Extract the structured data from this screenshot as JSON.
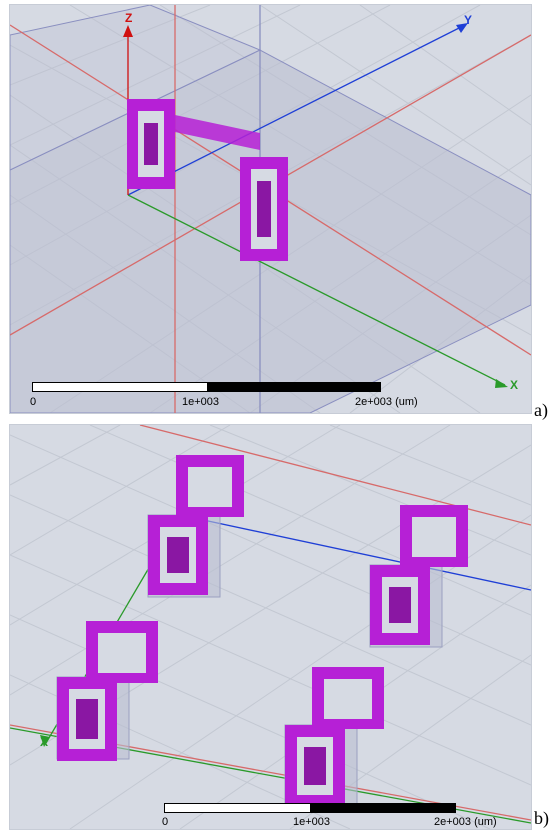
{
  "panels": [
    {
      "caption": "a)",
      "axes": {
        "z": "Z",
        "y": "Y",
        "x": "X"
      },
      "scale": {
        "labels": [
          "0",
          "1e+003",
          "2e+003 (um)"
        ]
      }
    },
    {
      "caption": "b)",
      "axes": {
        "x": "X"
      },
      "scale": {
        "labels": [
          "0",
          "1e+003",
          "2e+003 (um)"
        ]
      }
    }
  ],
  "colors": {
    "background": "#d6dae3",
    "grid": "#c3c8d2",
    "structure": "#b620d6",
    "structure_dark": "#8a17a3",
    "axis_x": "#2a9a2a",
    "axis_y": "#1f3fd6",
    "axis_z": "#d01010",
    "boundary": "#d76a6a"
  }
}
